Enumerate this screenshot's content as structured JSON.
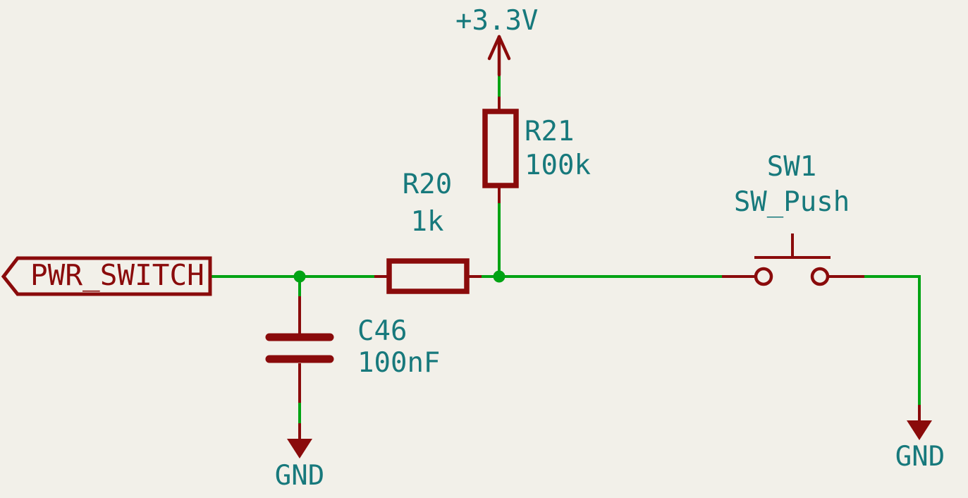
{
  "schematic": {
    "global_label": "PWR_SWITCH",
    "power_nets": {
      "vcc": "+3.3V",
      "gnd_left": "GND",
      "gnd_right": "GND"
    },
    "components": {
      "r20": {
        "reference": "R20",
        "value": "1k"
      },
      "r21": {
        "reference": "R21",
        "value": "100k"
      },
      "c46": {
        "reference": "C46",
        "value": "100nF"
      },
      "sw1": {
        "reference": "SW1",
        "value": "SW_Push"
      }
    },
    "colors": {
      "background": "#F2F0E9",
      "wire": "#00A313",
      "symbol_outline": "#8A0B0B",
      "field_text": "#17797C"
    }
  }
}
